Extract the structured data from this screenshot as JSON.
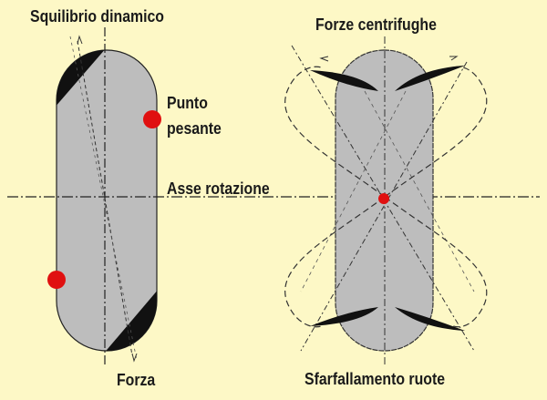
{
  "labels": {
    "squilibrio": "Squilibrio dinamico",
    "punto": "Punto",
    "pesante": "pesante",
    "asse": "Asse rotazione",
    "forza": "Forza",
    "forze_centrifughe": "Forze centrifughe",
    "sfarfallamento": "Sfarfallamento ruote"
  },
  "colors": {
    "background": "#fdf8c6",
    "wheel": "#bdbdbd",
    "weight": "#e01010",
    "mass": "#111111"
  }
}
